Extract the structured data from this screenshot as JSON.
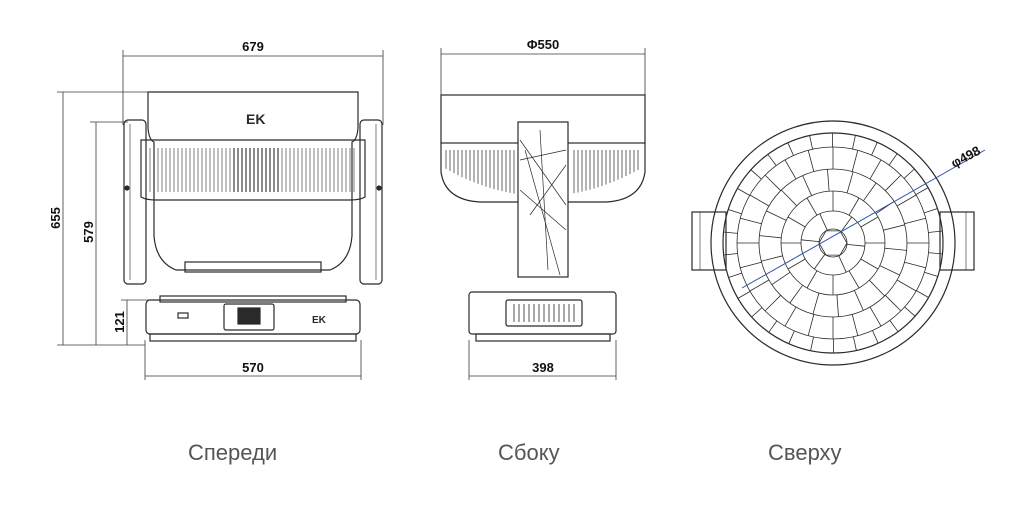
{
  "views": [
    {
      "caption": "Спереди",
      "dims": {
        "width_top": "679",
        "height_total": "655",
        "height_head": "579",
        "height_base": "121",
        "width_base": "570"
      },
      "logo": "EK"
    },
    {
      "caption": "Сбоку",
      "dims": {
        "diameter": "Φ550",
        "width_base": "398"
      }
    },
    {
      "caption": "Сверху",
      "dims": {
        "diameter": "φ498"
      }
    }
  ],
  "colors": {
    "line": "#2a2a2a",
    "dim": "#3a3a3a",
    "blue": "#2b54a6",
    "caption": "#555555"
  }
}
